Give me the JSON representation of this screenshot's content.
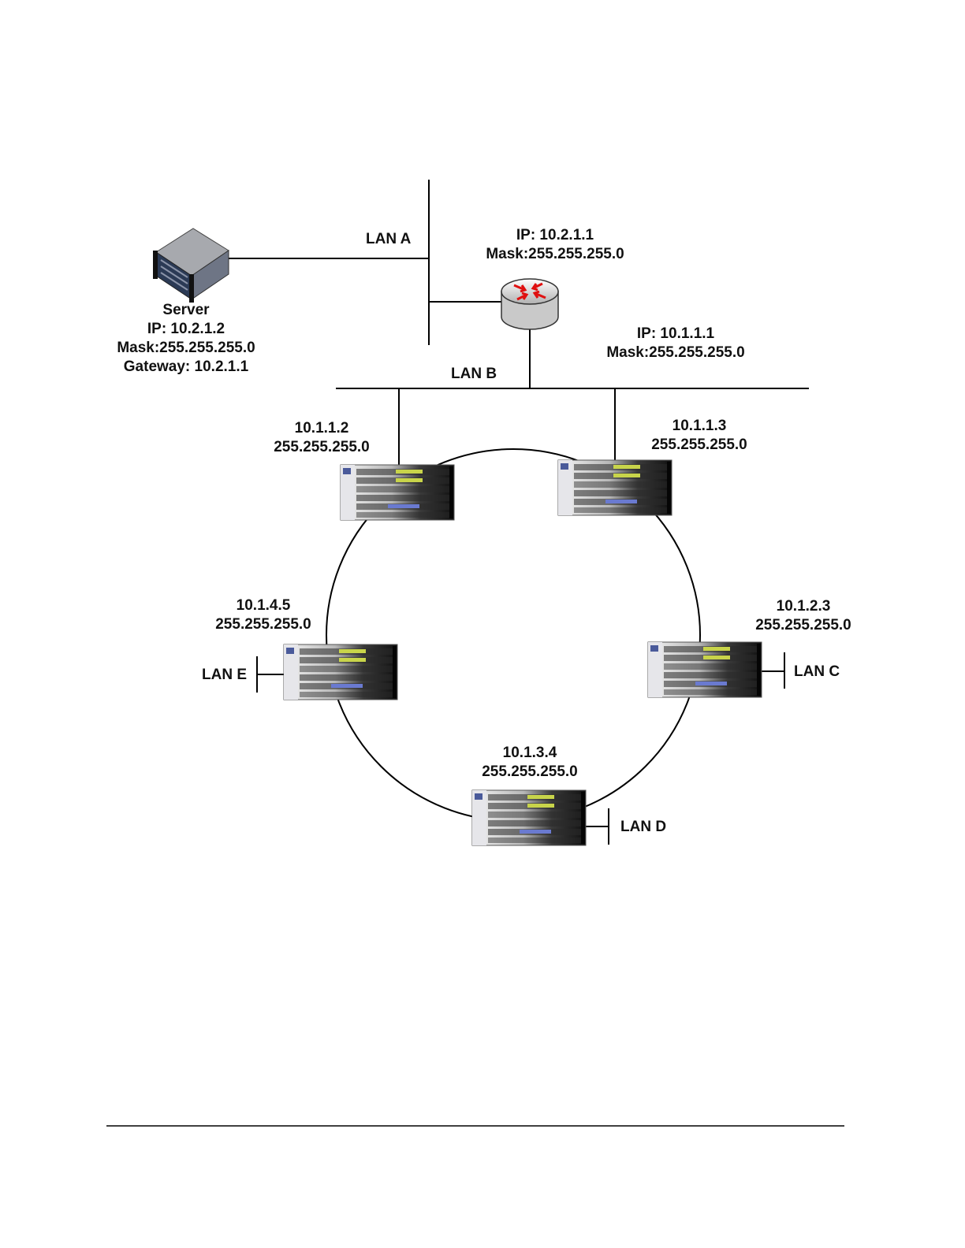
{
  "colors": {
    "line": "#000000",
    "text": "#111111",
    "router_arrow": "#e01010",
    "router_body": "#d8d8d8",
    "server_front": "#2b3a55",
    "switch_panel": "#1a1a1a"
  },
  "server": {
    "icon": "server-icon",
    "name": "Server",
    "ip": "IP: 10.2.1.2",
    "mask": "Mask:255.255.255.0",
    "gateway": "Gateway: 10.2.1.1"
  },
  "router": {
    "icon": "router-icon",
    "lan_a_interface": {
      "ip": "IP: 10.2.1.1",
      "mask": "Mask:255.255.255.0"
    },
    "lan_b_interface": {
      "ip": "IP: 10.1.1.1",
      "mask": "Mask:255.255.255.0"
    }
  },
  "lans": {
    "a": "LAN A",
    "b": "LAN B",
    "c": "LAN C",
    "d": "LAN D",
    "e": "LAN E"
  },
  "switches": {
    "icon": "switch-chassis-icon",
    "top_left": {
      "ip": "10.1.1.2",
      "mask": "255.255.255.0"
    },
    "top_right": {
      "ip": "10.1.1.3",
      "mask": "255.255.255.0"
    },
    "right": {
      "ip": "10.1.2.3",
      "mask": "255.255.255.0"
    },
    "bottom": {
      "ip": "10.1.3.4",
      "mask": "255.255.255.0"
    },
    "left": {
      "ip": "10.1.4.5",
      "mask": "255.255.255.0"
    }
  }
}
